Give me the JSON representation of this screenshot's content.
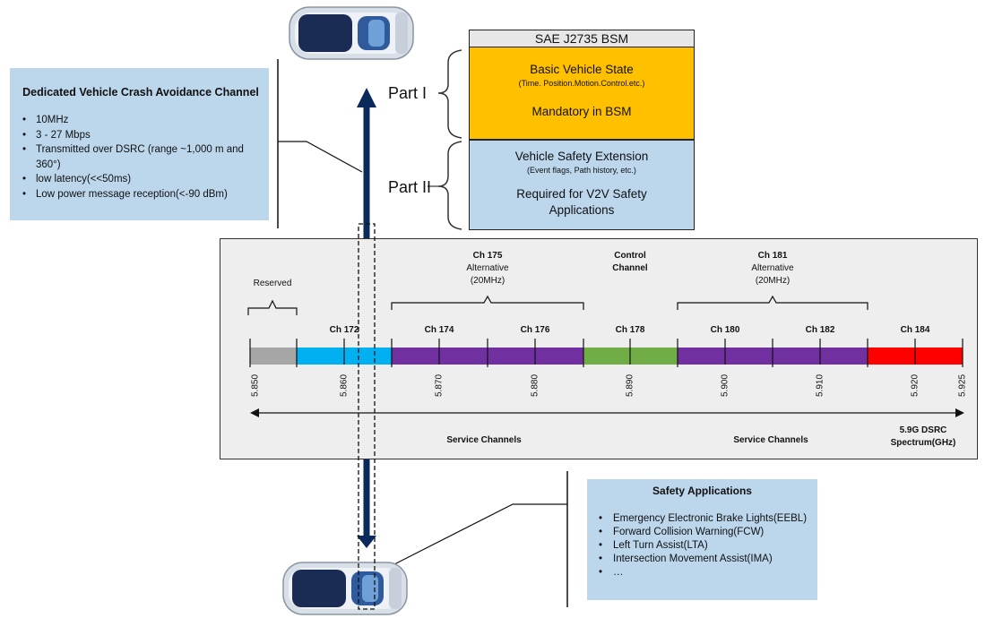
{
  "crash_channel": {
    "title": "Dedicated Vehicle Crash Avoidance Channel",
    "items": [
      "10MHz",
      "3 - 27 Mbps",
      "Transmitted over DSRC (range ~1,000 m and 360°)",
      "low latency(<<50ms)",
      "Low power message reception(<-90 dBm)"
    ]
  },
  "bsm": {
    "header": "SAE J2735  BSM",
    "part1_label": "Part I",
    "part1_title": "Basic Vehicle State",
    "part1_sub": "(Time. Position.Motion.Control.etc.)",
    "part1_note": "Mandatory in BSM",
    "part2_label": "Part II",
    "part2_title": "Vehicle Safety Extension",
    "part2_sub": "(Event flags, Path history, etc.)",
    "part2_note": "Required for V2V Safety Applications"
  },
  "spectrum": {
    "reserved": "Reserved",
    "ch175_title": "Ch 175",
    "ch175_sub1": "Alternative",
    "ch175_sub2": "(20MHz)",
    "control1": "Control",
    "control2": "Channel",
    "ch181_title": "Ch 181",
    "ch181_sub1": "Alternative",
    "ch181_sub2": "(20MHz)",
    "channels": [
      "Ch 172",
      "Ch 174",
      "Ch 176",
      "Ch 178",
      "Ch 180",
      "Ch 182",
      "Ch 184"
    ],
    "frequencies": [
      "5.850",
      "5.860",
      "5.870",
      "5.880",
      "5.890",
      "5.900",
      "5.910",
      "5.920",
      "5.925"
    ],
    "service_left": "Service Channels",
    "service_right": "Service Channels",
    "axis_label1": "5.9G DSRC",
    "axis_label2": "Spectrum(GHz)",
    "colors": {
      "reserved": "#a6a6a6",
      "ch172": "#00b0f0",
      "ch174_176": "#7030a0",
      "ch178": "#70ad47",
      "ch180_182": "#7030a0",
      "ch184": "#ff0000"
    }
  },
  "safety": {
    "title": "Safety Applications",
    "items": [
      "Emergency Electronic Brake Lights(EEBL)",
      "Forward Collision Warning(FCW)",
      "Left Turn Assist(LTA)",
      "Intersection Movement Assist(IMA)",
      "…"
    ]
  },
  "arrow_color": "#0b2a5c"
}
